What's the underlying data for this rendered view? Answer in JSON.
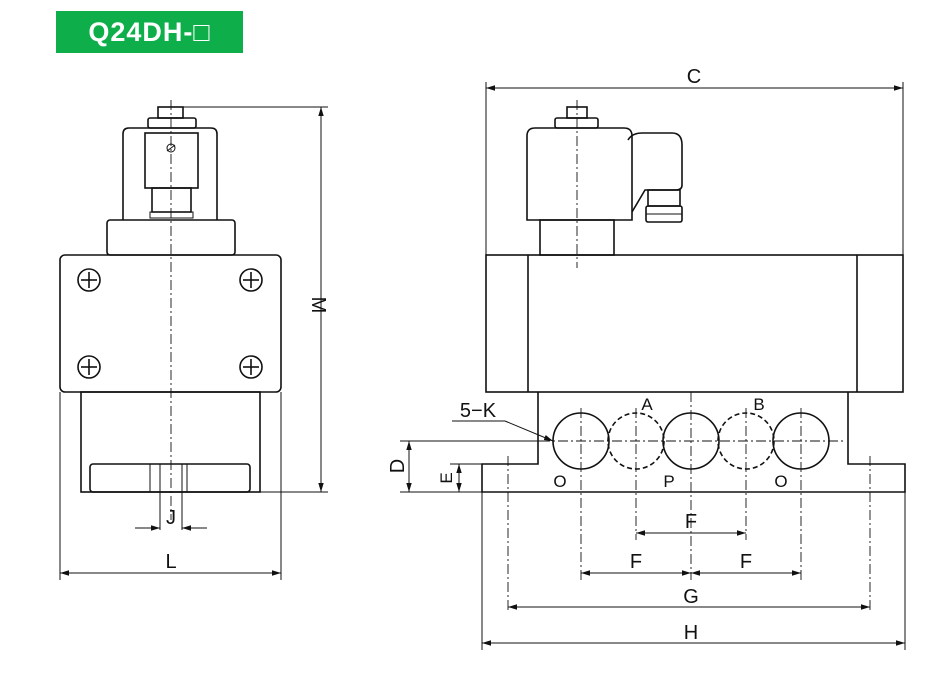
{
  "title": "Q24DH-□",
  "labels": {
    "C": "C",
    "M": "M",
    "J": "J",
    "L": "L",
    "five_k": "5−K",
    "A": "A",
    "B": "B",
    "O_left": "O",
    "P": "P",
    "O_right": "O",
    "D": "D",
    "E": "E",
    "F_top": "F",
    "F_left": "F",
    "F_right": "F",
    "G": "G",
    "H": "H"
  },
  "colors": {
    "title_bg": "#0eaf4b",
    "line": "#111111"
  }
}
